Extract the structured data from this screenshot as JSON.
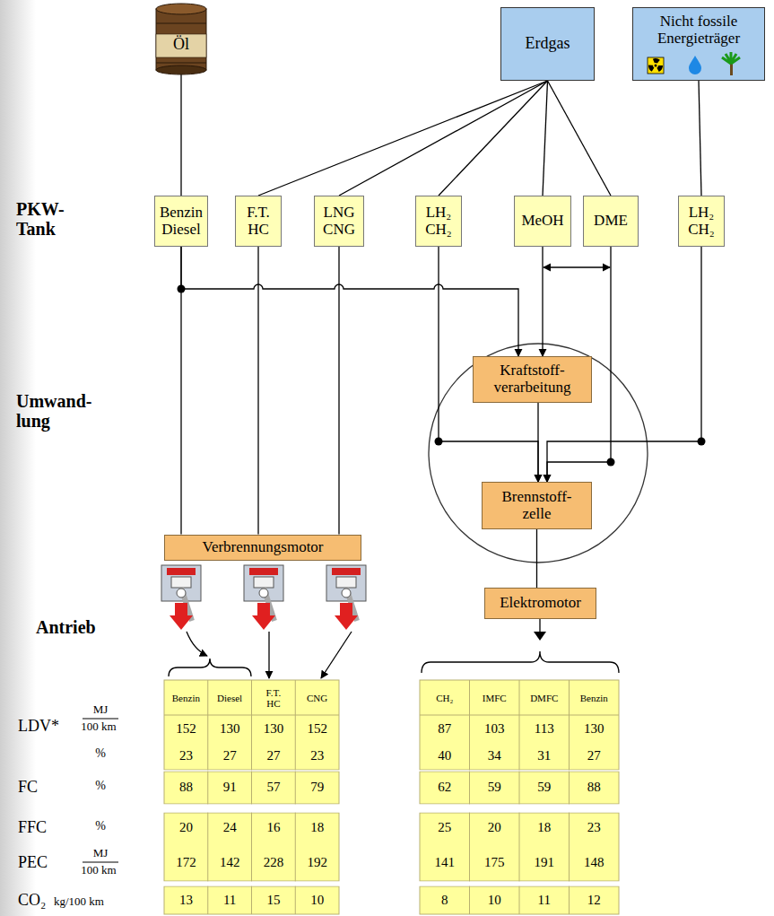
{
  "diagram": {
    "nodes": [
      {
        "text": [
          "Öl"
        ]
      },
      {
        "text": [
          "Erdgas"
        ]
      },
      {
        "text": [
          "Nicht fossile Energieträger"
        ]
      },
      {
        "text": [
          "Benzin Diesel"
        ]
      },
      {
        "text": [
          "F.T. HC"
        ]
      },
      {
        "text": [
          "LNG CNG"
        ]
      },
      {
        "text": [
          "LH₂ CH₂"
        ]
      },
      {
        "text": [
          "MeOH"
        ]
      },
      {
        "text": [
          "DME"
        ]
      },
      {
        "text": [
          "LH₂ CH₂"
        ]
      },
      {
        "text": [
          "Kraftstoff- verarbeitung"
        ]
      },
      {
        "text": [
          "Brennstoff- zelle"
        ]
      },
      {
        "text": [
          "Verbrennungsmotor"
        ]
      },
      {
        "text": [
          "Elektromotor"
        ]
      }
    ],
    "edges": [
      {
        "from": 0,
        "to": 3,
        "arrow": "none"
      },
      {
        "from": 1,
        "to": 4,
        "arrow": "none"
      },
      {
        "from": 1,
        "to": 5,
        "arrow": "none"
      },
      {
        "from": 1,
        "to": 6,
        "arrow": "none"
      },
      {
        "from": 1,
        "to": 7,
        "arrow": "none"
      },
      {
        "from": 1,
        "to": 8,
        "arrow": "none"
      },
      {
        "from": 2,
        "to": 9,
        "arrow": "none"
      },
      {
        "from": 3,
        "to": 12,
        "arrow": "none"
      },
      {
        "from": 3,
        "to": 10,
        "arrow": "to"
      },
      {
        "from": 4,
        "to": 12,
        "arrow": "none"
      },
      {
        "from": 5,
        "to": 12,
        "arrow": "none"
      },
      {
        "from": 6,
        "to": 11,
        "arrow": "to"
      },
      {
        "from": 7,
        "to": 10,
        "arrow": "to"
      },
      {
        "from": 7,
        "to": 8,
        "arrow": "both"
      },
      {
        "from": 8,
        "to": 11,
        "arrow": "to"
      },
      {
        "from": 9,
        "to": 11,
        "arrow": "to"
      },
      {
        "from": 10,
        "to": 11,
        "arrow": "to"
      },
      {
        "from": 11,
        "to": 13,
        "arrow": "none"
      }
    ],
    "labels": [
      "PKW- Tank",
      "Umwand- lung",
      "Antrieb",
      "LDV*",
      "MJ",
      "100 km",
      "%",
      "FC",
      "%",
      "FFC",
      "%",
      "MJ",
      "100 km",
      "PEC",
      "CO₂",
      "kg/100 km",
      "Benzin",
      "Diesel",
      "F.T. HC",
      "CNG",
      "152",
      "130",
      "130",
      "152",
      "23",
      "27",
      "27",
      "23",
      "88",
      "91",
      "57",
      "79",
      "20",
      "24",
      "16",
      "18",
      "172",
      "142",
      "228",
      "192",
      "13",
      "11",
      "15",
      "10",
      "CH₂",
      "IMFC",
      "DMFC",
      "Benzin",
      "87",
      "103",
      "113",
      "130",
      "40",
      "34",
      "31",
      "27",
      "62",
      "59",
      "59",
      "88",
      "25",
      "20",
      "18",
      "23",
      "141",
      "175",
      "191",
      "148",
      "8",
      "10",
      "11",
      "12"
    ]
  }
}
